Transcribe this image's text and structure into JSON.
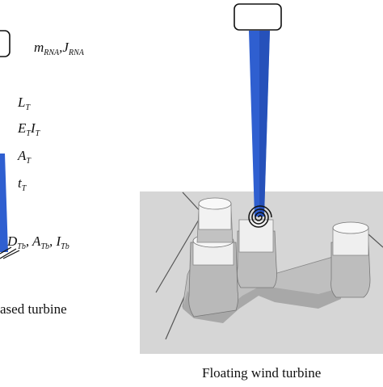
{
  "labels": {
    "rna": {
      "a": "m",
      "a_sub": "RNA",
      "sep": ",",
      "b": "J",
      "b_sub": "RNA"
    },
    "length": {
      "sym": "L",
      "sub": "T"
    },
    "stiffness": {
      "a": "E",
      "a_sub": "T",
      "b": "I",
      "b_sub": "T"
    },
    "area": {
      "sym": "A",
      "sub": "T"
    },
    "thickness": {
      "sym": "t",
      "sub": "T"
    },
    "base": {
      "a": "D",
      "a_sub": "Tb",
      "sep1": ",",
      "b": "A",
      "b_sub": "Tb",
      "sep2": ",",
      "c": "I",
      "c_sub": "Tb"
    }
  },
  "captions": {
    "left": "ased turbine",
    "right": "Floating wind turbine"
  },
  "colors": {
    "tower": "#2f5fd0",
    "tower_dark": "#1f46a8",
    "sea": "#d6d6d6",
    "platform": "#c9c9c9",
    "outline": "#111111"
  }
}
